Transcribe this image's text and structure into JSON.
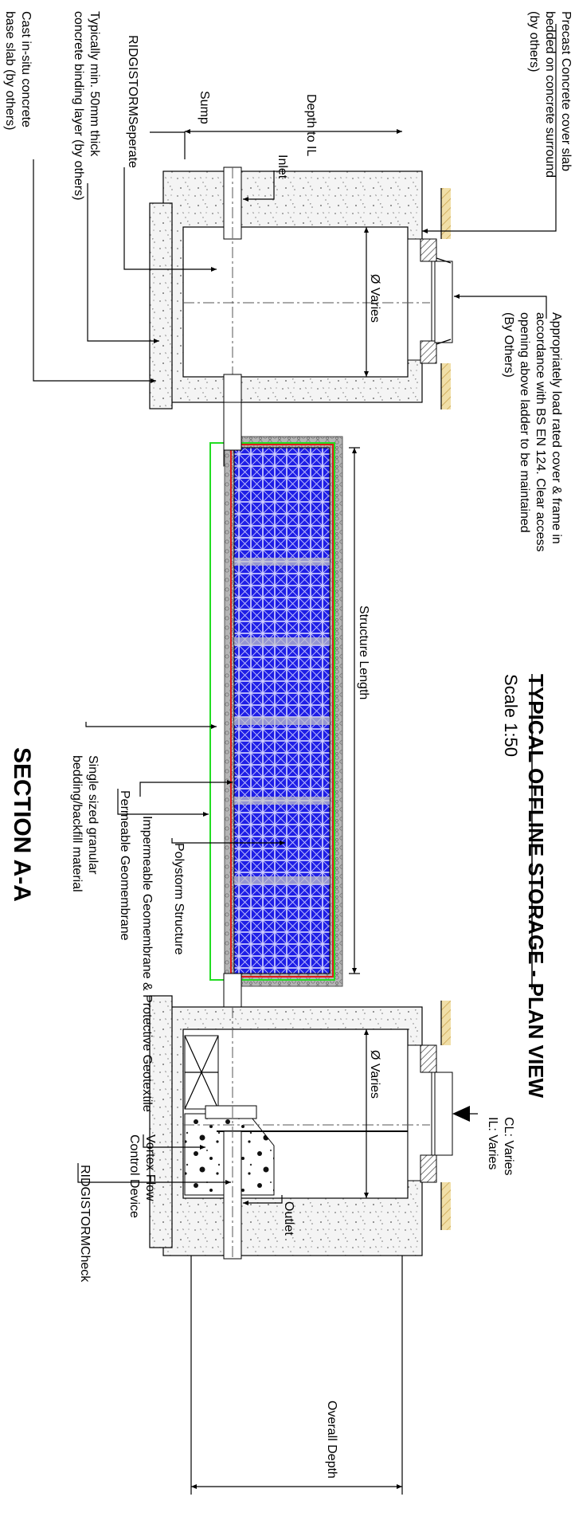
{
  "title": "TYPICAL OFFLINE STORAGE - PLAN VIEW",
  "scale": "Scale 1:50",
  "section": "SECTION A-A",
  "labels": {
    "cover_slab_1": "Precast Concrete cover slab",
    "cover_slab_2": "bedded on concrete surround",
    "cover_slab_3": "(by others)",
    "cover_frame_1": "Appropriately load rated cover & frame in",
    "cover_frame_2": "accordance with BS EN 124. Clear access",
    "cover_frame_3": "opening above ladder to be maintained",
    "cover_frame_4": "(By Others)",
    "depth_to_il": "Depth to IL",
    "inlet": "Inlet",
    "sump": "Sump",
    "dia_varies_top": "Ø Varies",
    "dia_varies_bottom": "Ø Varies",
    "separate": "RIDGISTORMSeperate",
    "binding_1": "Typically min. 50mm thick",
    "binding_2": "concrete binding layer (by others)",
    "base_1": "Cast in-situ concrete",
    "base_2": "base slab (by others)",
    "structure_length": "Structure Length",
    "polystorm": "Polystorm Structure",
    "impermeable": "Impermeable Geomembrane & Protective Geotextile",
    "permeable": "Permeable Geomembrane",
    "granular_1": "Single sized granular",
    "granular_2": "bedding/backfill material",
    "cl_varies": "CL: Varies",
    "il_varies": "IL: Varies",
    "vortex_1": "Vortex Flow",
    "vortex_2": "Control Device",
    "check": "RIDGISTORMCheck",
    "outlet": "Outlet",
    "overall_depth": "Overall Depth"
  },
  "colors": {
    "polystorm": "#1e1ee6",
    "impermeable": "#e01b1b",
    "permeable": "#22dd22",
    "gravel": "#a9a9a9",
    "ground": "#e8c97a"
  }
}
